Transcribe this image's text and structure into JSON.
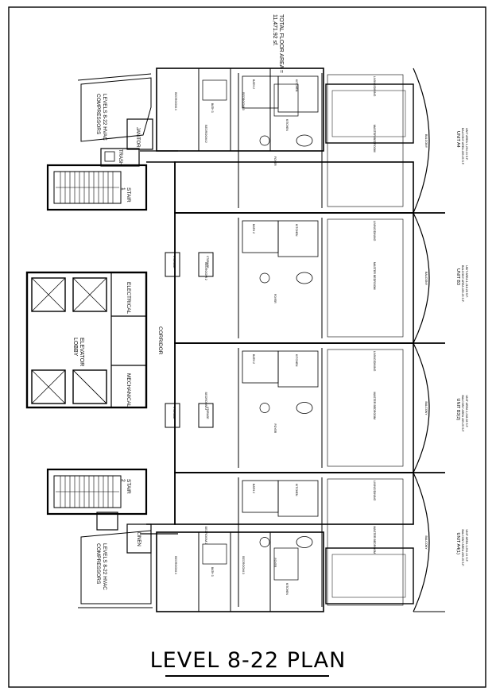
{
  "drawing": {
    "title": "LEVEL 8-22 PLAN",
    "floor_area_note": "TOTAL FLOOR AREA =\n11,471.92 sf."
  },
  "core": {
    "elevator_lobby": "ELEVATOR\nLOBBY",
    "electrical": "ELECTRICAL",
    "mechanical": "MECHANICAL",
    "corridor": "CORRIDOR",
    "stair_1": "STAIR\n1",
    "stair_2": "STAIR\n2",
    "trash": "TRASH",
    "janitor": "JANITOR",
    "linen": "LINEN",
    "hvac_top": "LEVELS 8-22 HVAC\nCOMPRESSORS",
    "hvac_bottom": "LEVELS 8-22 HVAC\nCOMPRESSORS"
  },
  "units": [
    {
      "label": "UNIT A4",
      "area": "UNIT AREA      1,294.24 S.F.\nBALCONY AREA     289.25 S.F."
    },
    {
      "label": "UNIT B3",
      "area": "UNIT AREA      1,218.28 S.F.\nBALCONY AREA     289.25 S.F."
    },
    {
      "label": "UNIT B3(2)",
      "area": "UNIT AREA      1,218.28 S.F.\nBALCONY AREA     289.25 S.F."
    },
    {
      "label": "UNIT A4(1)",
      "area": "UNIT AREA      1,294.24 S.F.\nBALCONY AREA     289.25 S.F."
    }
  ],
  "rooms": {
    "bedroom_2": "BEDROOM 2",
    "bedroom_3": "BEDROOM 3",
    "bedroom_4": "BEDROOM 4",
    "master_bedroom": "MASTER BEDROOM",
    "living_dining": "LIVING/DINING",
    "kitchen": "KITCHEN",
    "balcony": "BALCONY",
    "bath_1": "BATH 1",
    "bath_2": "BATH 2",
    "bath_3": "BATH 3",
    "storage": "STORAGE",
    "foyer": "FOYER"
  },
  "colors": {
    "ink": "#000000",
    "paper": "#ffffff",
    "gray": "#555555"
  }
}
